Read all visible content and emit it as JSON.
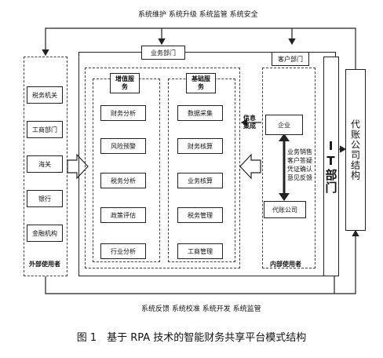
{
  "top_label": "系统维护 系统升级 系统监管 系统安全",
  "bottom_label": "系统反馈 系统校准 系统开发 系统监管",
  "caption": "图 1　基于 RPA 技术的智能财务共享平台模式结构",
  "external_users": {
    "title": "外部使用者",
    "items": [
      "税务机关",
      "工商部门",
      "海关",
      "银行",
      "金融机构"
    ]
  },
  "business_dept": {
    "title": "业务部门",
    "value_added": {
      "title": "增值服务",
      "items": [
        "财务分析",
        "风险预警",
        "税务分析",
        "政策评估",
        "行业分析"
      ]
    },
    "basic": {
      "title": "基础服务",
      "items": [
        "数据采集",
        "财务核算",
        "业务核算",
        "税务管理",
        "工商管理"
      ]
    }
  },
  "info_integration": "信息集成",
  "client_dept": {
    "title": "客户部门",
    "enterprise": "企业",
    "agent_company": "代账公司",
    "feedback": [
      "业务销售",
      "客户答疑",
      "凭证确认",
      "意见反馈"
    ],
    "internal_title": "内部使用者"
  },
  "it_dept": "IT部门",
  "agent_structure": "代账公司结构"
}
